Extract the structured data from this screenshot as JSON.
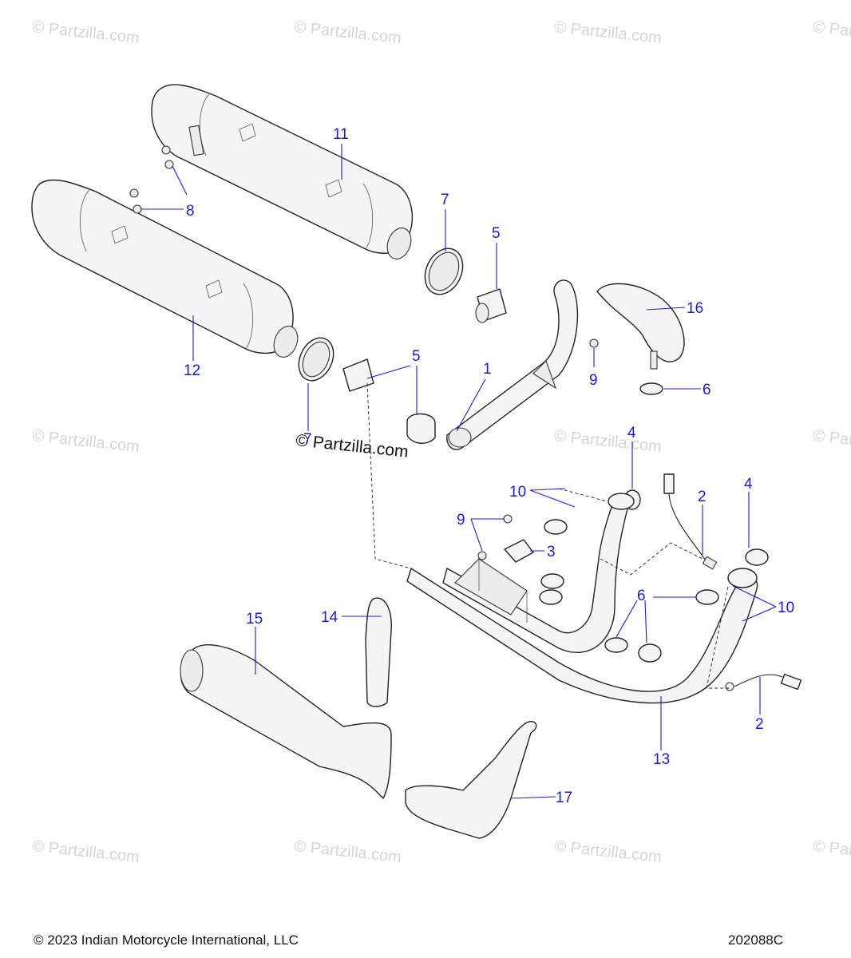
{
  "watermark": {
    "text": "© Partzilla.com",
    "center_text": "© Partzilla.com"
  },
  "callouts": {
    "c1": "1",
    "c2a": "2",
    "c2b": "2",
    "c3": "3",
    "c4a": "4",
    "c4b": "4",
    "c5a": "5",
    "c5b": "5",
    "c6a": "6",
    "c6b": "6",
    "c7a": "7",
    "c7b": "7",
    "c8": "8",
    "c9a": "9",
    "c9b": "9",
    "c10a": "10",
    "c10b": "10",
    "c11": "11",
    "c12": "12",
    "c13": "13",
    "c14": "14",
    "c15": "15",
    "c16": "16",
    "c17": "17"
  },
  "footer": {
    "copyright": "© 2023 Indian Motorcycle International, LLC",
    "diagram_id": "202088C"
  }
}
